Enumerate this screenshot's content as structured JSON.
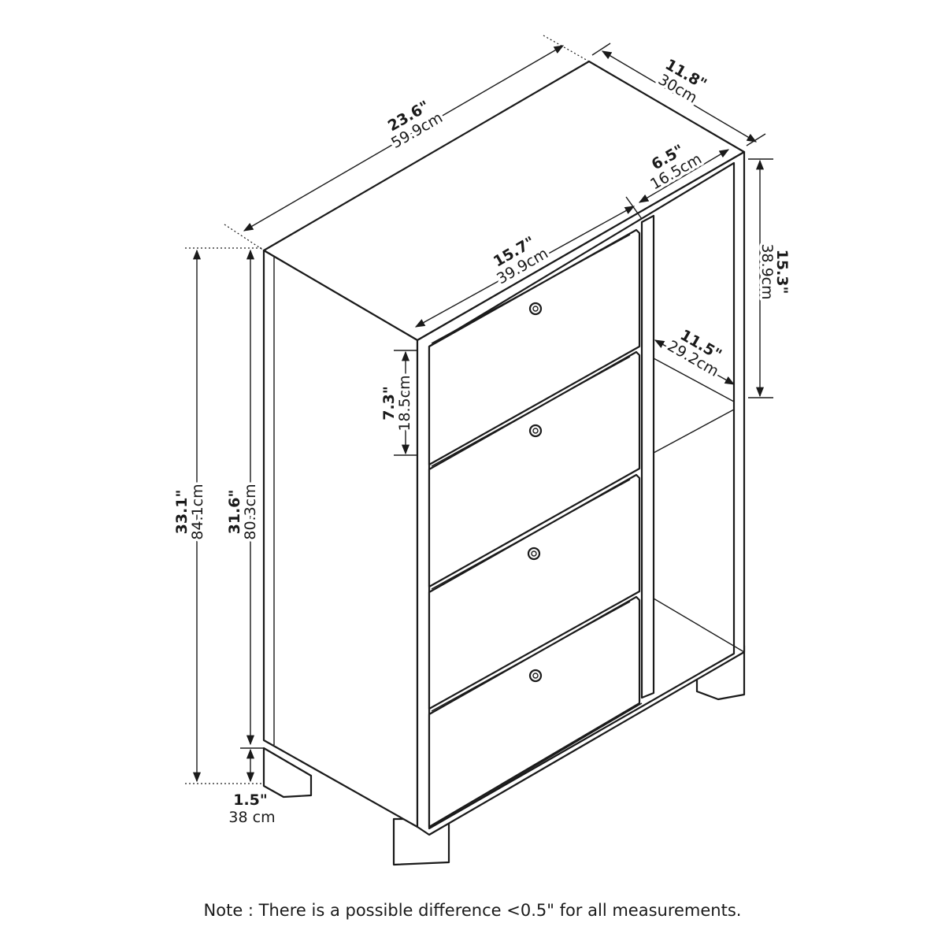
{
  "dimensions": {
    "width": {
      "in": "23.6\"",
      "cm": "59.9cm"
    },
    "depth": {
      "in": "11.8\"",
      "cm": "30cm"
    },
    "open_width": {
      "in": "6.5\"",
      "cm": "16.5cm"
    },
    "drawer_width": {
      "in": "15.7\"",
      "cm": "39.9cm"
    },
    "shelf_height": {
      "in": "15.3\"",
      "cm": "38.9cm"
    },
    "shelf_depth": {
      "in": "11.5\"",
      "cm": "29.2cm"
    },
    "drawer_height": {
      "in": "7.3\"",
      "cm": "18.5cm"
    },
    "total_height": {
      "in": "33.1\"",
      "cm": "84.1cm"
    },
    "body_height": {
      "in": "31.6\"",
      "cm": "80.3cm"
    },
    "leg_height": {
      "in": "1.5\"",
      "cm": "38 cm"
    }
  },
  "note": "Note : There is a possible difference <0.5\" for all measurements."
}
